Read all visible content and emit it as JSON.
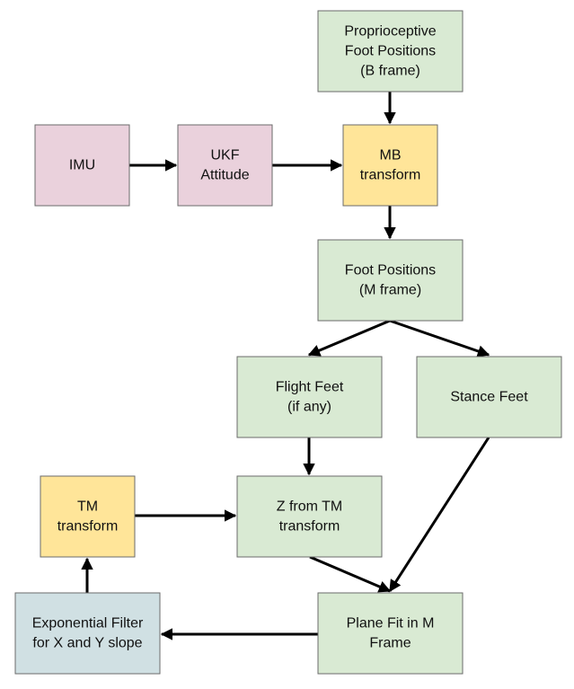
{
  "diagram": {
    "colors": {
      "pink": "#ead1dc",
      "green": "#d9ead3",
      "yellow": "#ffe599",
      "blue": "#d0e0e3",
      "border": "#6b6b6b",
      "arrow": "#000000"
    },
    "nodes": {
      "proprioceptive": {
        "lines": [
          "Proprioceptive",
          "Foot Positions",
          "(B frame)"
        ]
      },
      "imu": {
        "lines": [
          "IMU"
        ]
      },
      "ukf": {
        "lines": [
          "UKF",
          "Attitude"
        ]
      },
      "mb": {
        "lines": [
          "MB",
          "transform"
        ]
      },
      "foot_m": {
        "lines": [
          "Foot Positions",
          "(M frame)"
        ]
      },
      "flight": {
        "lines": [
          "Flight Feet",
          "(if any)"
        ]
      },
      "stance": {
        "lines": [
          "Stance Feet"
        ]
      },
      "tm": {
        "lines": [
          "TM",
          "transform"
        ]
      },
      "zfrom": {
        "lines": [
          "Z from TM",
          "transform"
        ]
      },
      "exp": {
        "lines": [
          "Exponential Filter",
          "for X and Y slope"
        ]
      },
      "plane": {
        "lines": [
          "Plane Fit in M",
          "Frame"
        ]
      }
    },
    "edges": [
      {
        "from": "proprioceptive",
        "to": "mb"
      },
      {
        "from": "imu",
        "to": "ukf"
      },
      {
        "from": "ukf",
        "to": "mb"
      },
      {
        "from": "mb",
        "to": "foot_m"
      },
      {
        "from": "foot_m",
        "to": "flight"
      },
      {
        "from": "foot_m",
        "to": "stance"
      },
      {
        "from": "flight",
        "to": "zfrom"
      },
      {
        "from": "tm",
        "to": "zfrom"
      },
      {
        "from": "zfrom",
        "to": "plane"
      },
      {
        "from": "stance",
        "to": "plane"
      },
      {
        "from": "plane",
        "to": "exp"
      },
      {
        "from": "exp",
        "to": "tm"
      }
    ]
  }
}
